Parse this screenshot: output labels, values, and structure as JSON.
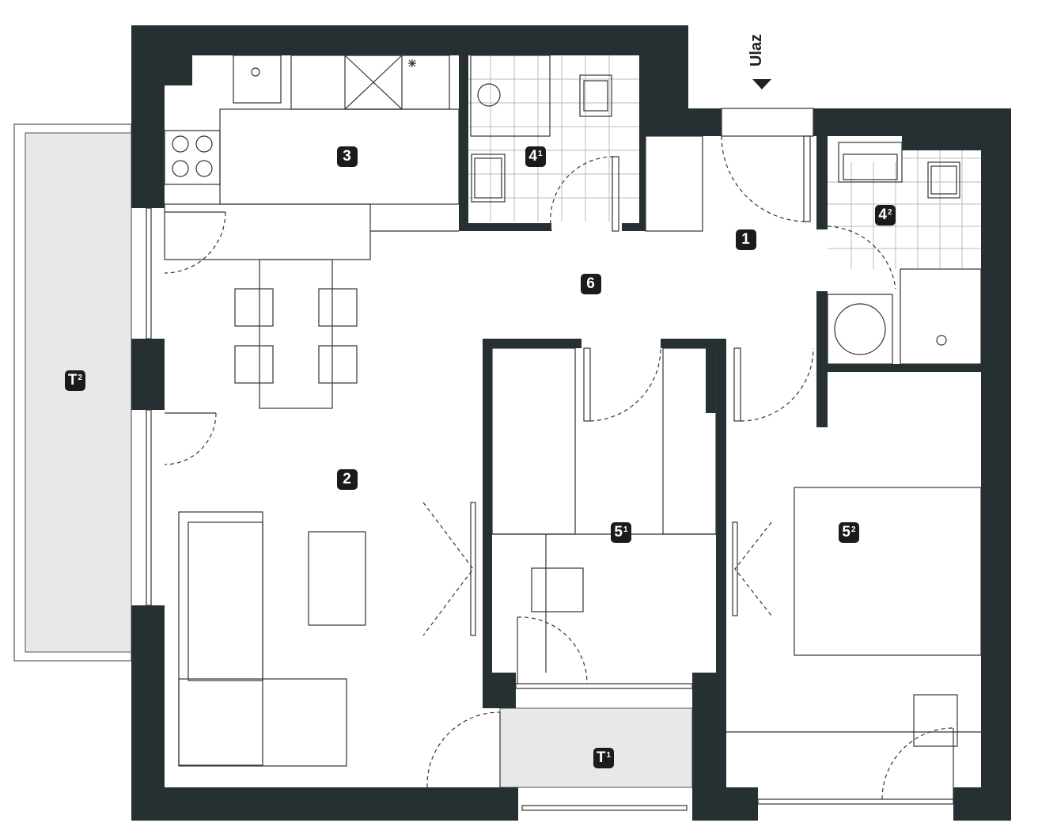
{
  "entrance_label": "Ulaz",
  "colors": {
    "wall": "#263032",
    "terrace": "#e8e8e8",
    "badge": "#1b1b1b"
  },
  "rooms": [
    {
      "id": "1",
      "num": "1",
      "sup": ""
    },
    {
      "id": "2",
      "num": "2",
      "sup": ""
    },
    {
      "id": "3",
      "num": "3",
      "sup": ""
    },
    {
      "id": "4-1",
      "num": "4",
      "sup": "1"
    },
    {
      "id": "4-2",
      "num": "4",
      "sup": "2"
    },
    {
      "id": "5-1",
      "num": "5",
      "sup": "1"
    },
    {
      "id": "5-2",
      "num": "5",
      "sup": "2"
    },
    {
      "id": "6",
      "num": "6",
      "sup": ""
    },
    {
      "id": "T-1",
      "num": "T",
      "sup": "1"
    },
    {
      "id": "T-2",
      "num": "T",
      "sup": "2"
    }
  ]
}
